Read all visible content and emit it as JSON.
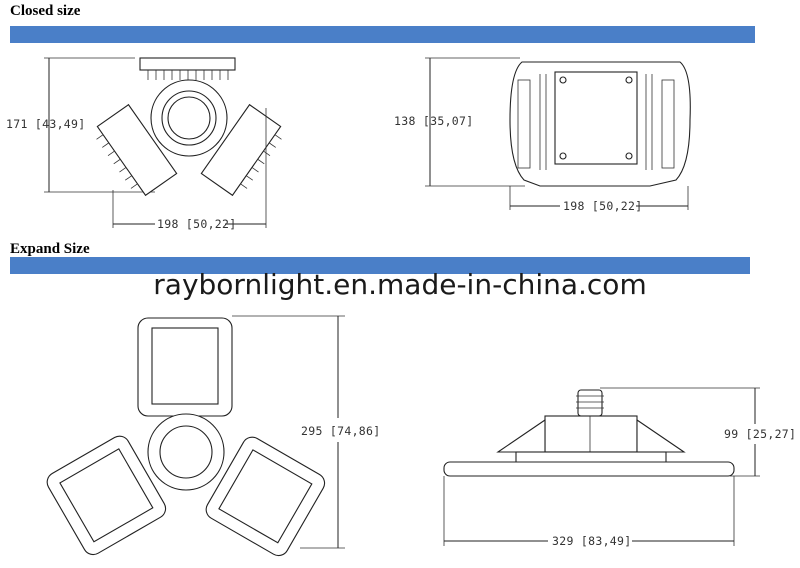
{
  "sections": {
    "closed": {
      "title": "Closed size"
    },
    "expand": {
      "title": "Expand Size"
    }
  },
  "watermark": "raybornlight.en.made-in-china.com",
  "dimensions": {
    "closed_front_height": "171 [43,49]",
    "closed_front_width": "198 [50,22]",
    "closed_side_height": "138 [35,07]",
    "closed_side_width": "198 [50,22]",
    "expand_front_height": "295 [74,86]",
    "expand_side_height": "99 [25,27]",
    "expand_side_width": "329 [83,49]"
  },
  "colors": {
    "bar": "#4a7fc8"
  }
}
